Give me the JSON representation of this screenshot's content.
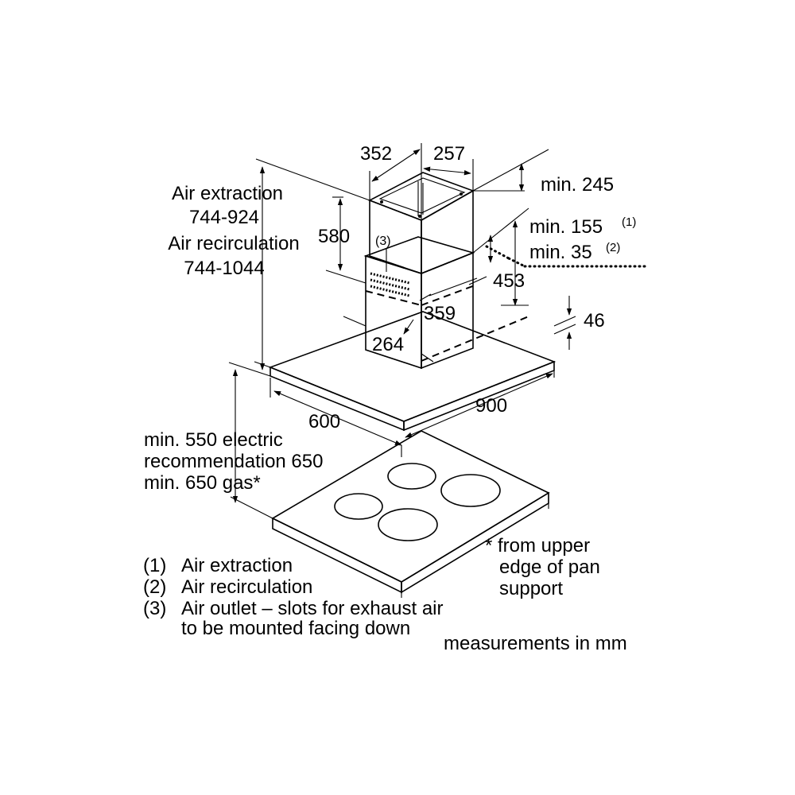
{
  "dimensions": {
    "chimney_width": "352",
    "chimney_depth": "257",
    "chimney_upper_height": "580",
    "min_top_clearance": "min. 245",
    "min_extraction": "min. 155",
    "min_extraction_ref": "(1)",
    "min_recirculation": "min. 35",
    "min_recirculation_ref": "(2)",
    "duct_offset": "453",
    "lower_chimney_width": "359",
    "lower_chimney_depth": "264",
    "canopy_thickness": "46",
    "hood_depth": "600",
    "hood_width": "900",
    "slot_marker": "(3)"
  },
  "heights": {
    "extraction_label": "Air extraction",
    "extraction_range": "744-924",
    "recirculation_label": "Air recirculation",
    "recirculation_range": "744-1044"
  },
  "clearance": {
    "line1": "min. 550 electric",
    "line2": "recommendation 650",
    "line3": "min. 650 gas*"
  },
  "footnote": {
    "line1": "* from upper",
    "line2": "edge of pan",
    "line3": "support"
  },
  "legend": [
    {
      "num": "(1)",
      "text": "Air extraction"
    },
    {
      "num": "(2)",
      "text": "Air recirculation"
    },
    {
      "num": "(3)",
      "text": "Air outlet – slots for exhaust air"
    }
  ],
  "legend_continuation": "to be mounted facing down",
  "units_note": "measurements in mm"
}
